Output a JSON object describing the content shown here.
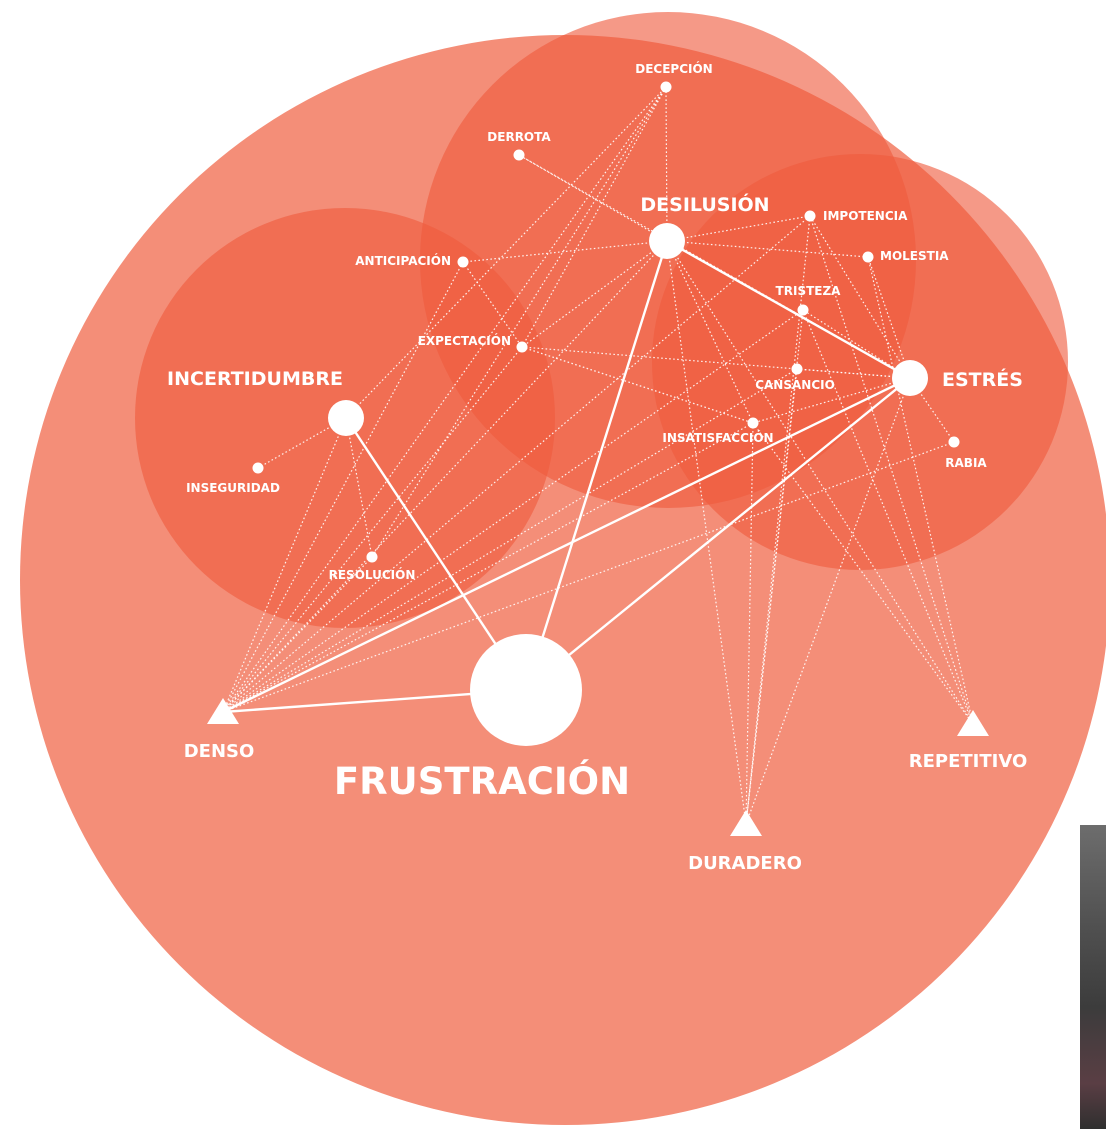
{
  "colors": {
    "background": "#ffffff",
    "frustracion_circle": "#f48e78",
    "cluster_circles": "#ef5b3d",
    "lines": "#ffffff",
    "labels": "#ffffff"
  },
  "diagram": {
    "main_label": "FRUSTRACIÓN",
    "clusters": [
      {
        "id": "incertidumbre",
        "label": "INCERTIDUMBRE"
      },
      {
        "id": "desilusion",
        "label": "DESILUSIÓN"
      },
      {
        "id": "estres",
        "label": "ESTRÉS"
      }
    ],
    "emotions": [
      {
        "id": "decepcion",
        "label": "DECEPCIÓN"
      },
      {
        "id": "derrota",
        "label": "DERROTA"
      },
      {
        "id": "impotencia",
        "label": "IMPOTENCIA"
      },
      {
        "id": "molestia",
        "label": "MOLESTIA"
      },
      {
        "id": "anticipacion",
        "label": "ANTICIPACIÓN"
      },
      {
        "id": "tristeza",
        "label": "TRISTEZA"
      },
      {
        "id": "expectacion",
        "label": "EXPECTACIÓN"
      },
      {
        "id": "cansancio",
        "label": "CANSANCIO"
      },
      {
        "id": "insatisfaccion",
        "label": "INSATISFACCIÓN"
      },
      {
        "id": "rabia",
        "label": "RABIA"
      },
      {
        "id": "inseguridad",
        "label": "INSEGURIDAD"
      },
      {
        "id": "resolucion",
        "label": "RESOLUCIÓN"
      }
    ],
    "dimensions": [
      {
        "id": "denso",
        "label": "DENSO"
      },
      {
        "id": "repetitivo",
        "label": "REPETITIVO"
      },
      {
        "id": "duradero",
        "label": "DURADERO"
      }
    ]
  }
}
